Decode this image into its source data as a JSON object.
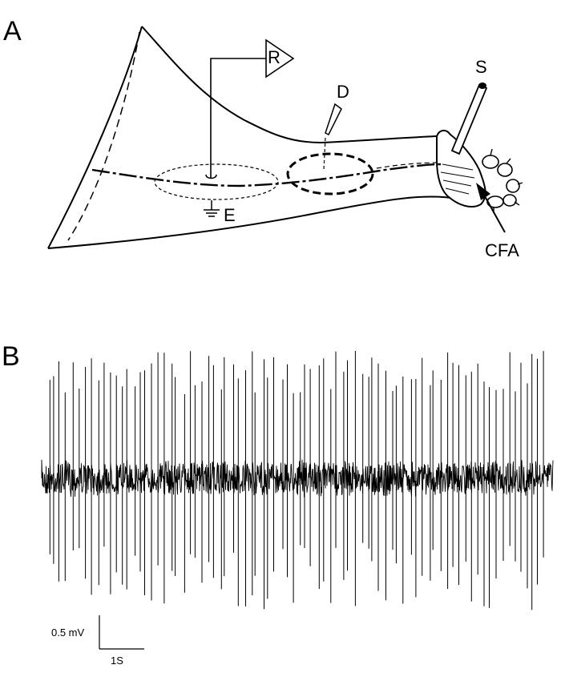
{
  "panels": {
    "a": {
      "letter": "A"
    },
    "b": {
      "letter": "B"
    }
  },
  "labels": {
    "recording": "R",
    "stimulation": "S",
    "desheath": "D",
    "ground": "E",
    "injection": "CFA"
  },
  "scale_bar": {
    "voltage": "0.5 mV",
    "time": "1S"
  },
  "recording_trace": {
    "duration_s": 12,
    "noise_amplitude_mv": 0.16,
    "spike_count": 82
  },
  "colors": {
    "line": "#000000",
    "trace": "#000000",
    "background": "#ffffff"
  }
}
